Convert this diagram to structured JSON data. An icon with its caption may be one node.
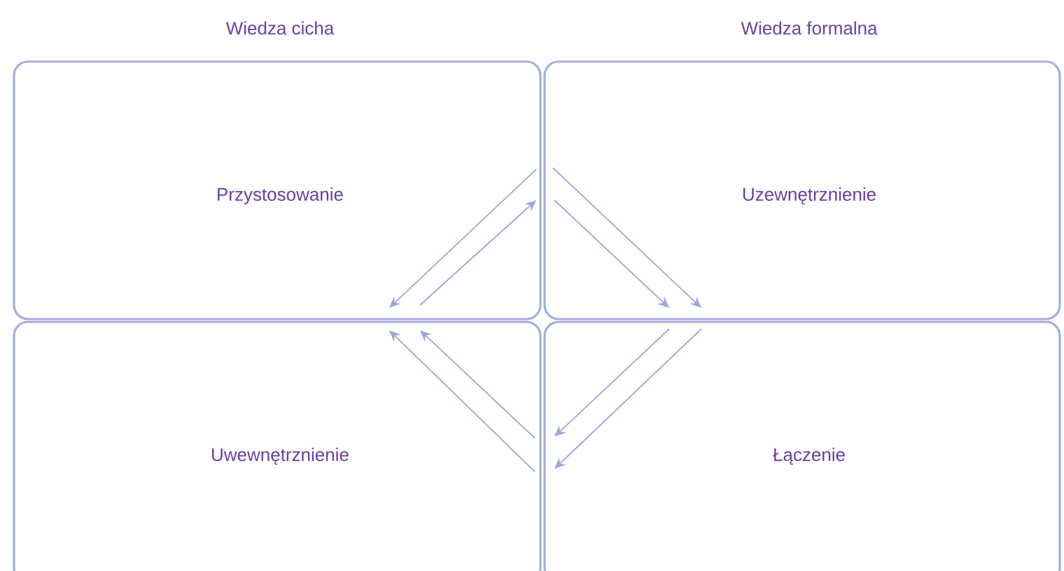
{
  "diagram": {
    "nodes": [
      {
        "text": [
          "Przystosowanie"
        ]
      },
      {
        "text": [
          "Uzewnętrznienie"
        ]
      },
      {
        "text": [
          "Uwewnętrznienie"
        ]
      },
      {
        "text": [
          "Łączenie"
        ]
      }
    ],
    "labels": [
      "Wiedza cicha",
      "Wiedza formalna"
    ]
  }
}
